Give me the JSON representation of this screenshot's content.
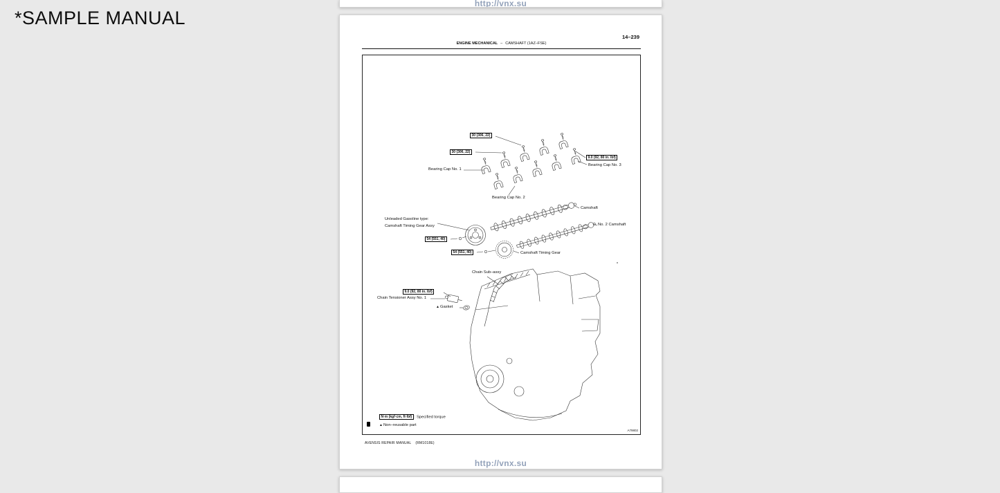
{
  "banner": {
    "text": "*SAMPLE MANUAL"
  },
  "watermarks": {
    "top": "http://vnx.su",
    "bottom": "http://vnx.su"
  },
  "page": {
    "number": "14–239",
    "header": {
      "section": "ENGINE MECHANICAL",
      "separator": "–",
      "title": "CAMSHAFT (1AZ–FSE)"
    },
    "footer": {
      "manual": "AVENSIS REPAIR MANUAL",
      "code": "(RM1018E)"
    },
    "figure_code": "A79802"
  },
  "diagram": {
    "torque_labels": {
      "cap_bolt_a": "30 (306, 22)",
      "cap_bolt_b": "30 (306, 22)",
      "cap3_bolt": "9.0 (92, 80 in. lbf)",
      "gear_assy_bolt": "54 (551, 40)",
      "gear_bolt": "54 (551, 40)",
      "tensioner_bolt": "9.0 (92, 80 in. lbf)"
    },
    "part_labels": {
      "bearing_cap_1": "Bearing Cap No. 1",
      "bearing_cap_2": "Bearing Cap No. 2",
      "bearing_cap_3": "Bearing Cap No. 3",
      "camshaft": "Camshaft",
      "no2_camshaft": "No. 2 Camshaft",
      "unleaded_note_line1": "Unleaded Gasoline type:",
      "unleaded_note_line2": "Camshaft Timing Gear Assy",
      "camshaft_timing_gear": "Camshaft Timing Gear",
      "chain_sub_assy": "Chain Sub–assy",
      "chain_tensioner": "Chain Tensioner Assy No. 1",
      "gasket": "Gasket"
    },
    "markers": {
      "nonreusable": "▲"
    },
    "legend": {
      "torque_box": "N·m (kgf·cm, ft·lbf)",
      "torque_desc": ": Specified torque",
      "nonreusable_desc": "Non–reusable part"
    }
  }
}
